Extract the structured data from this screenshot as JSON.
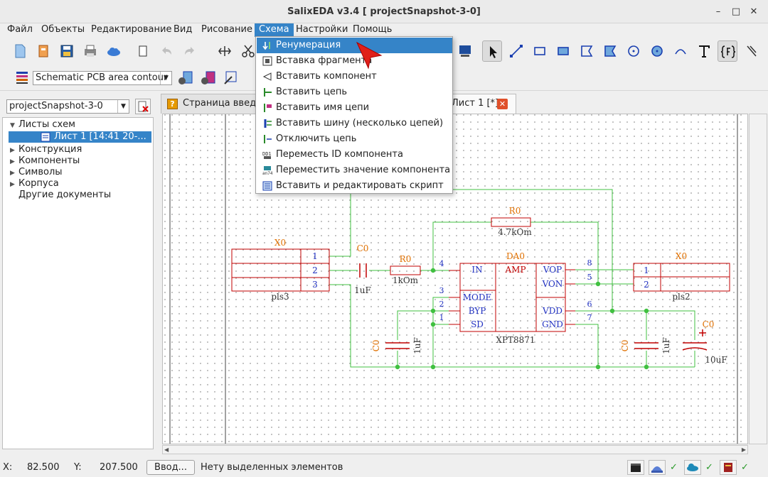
{
  "window": {
    "title": "SalixEDA v3.4 [ projectSnapshot-3-0]"
  },
  "menubar": {
    "items": [
      "Файл",
      "Объекты",
      "Редактирование",
      "Вид",
      "Рисование",
      "Схема",
      "Настройки",
      "Помощь"
    ]
  },
  "toolbar2": {
    "layer_combo": "Schematic PCB area contour"
  },
  "left_panel": {
    "project_combo": "projectSnapshot-3-0",
    "tree": [
      "Листы схем",
      "Лист 1 [14:41 20-...",
      "Конструкция",
      "Компоненты",
      "Символы",
      "Корпуса",
      "Другие документы"
    ]
  },
  "tabs": [
    {
      "label": "Страница введен"
    },
    {
      "label": "Лист 1 [*]"
    }
  ],
  "schema_menu": {
    "items": [
      "Ренумерация",
      "Вставка фрагмента",
      "Вставить компонент",
      "Вставить цепь",
      "Вставить имя цепи",
      "Вставить шину (несколько цепей)",
      "Отключить цепь",
      "Переместь ID компонента",
      "Переместить значение компонента",
      "Вставить и редактировать скрипт"
    ],
    "highlighted": "Ренумерация"
  },
  "schematic": {
    "x0_left_ref": "X0",
    "x0_left_value": "pls3",
    "x0_left_pins": [
      "1",
      "2",
      "3"
    ],
    "c0_top_ref": "C0",
    "c0_top_value": "1uF",
    "r0_left_ref": "R0",
    "r0_left_value": "1kOm",
    "r0_top_ref": "R0",
    "r0_top_value": "4.7kOm",
    "da0_ref": "DA0",
    "da0_value": "XPT8871",
    "da0_left_labels": [
      "IN",
      "MODE",
      "BYP",
      "SD"
    ],
    "da0_center_label": "AMP",
    "da0_right_labels": [
      "VOP",
      "VON",
      "VDD",
      "GND"
    ],
    "da0_left_pins": [
      "4",
      "3",
      "2",
      "1"
    ],
    "da0_right_pins": [
      "8",
      "5",
      "6",
      "7"
    ],
    "x0_right_ref": "X0",
    "x0_right_value": "pls2",
    "x0_right_pins": [
      "1",
      "2"
    ],
    "c0_bl_ref": "C0",
    "c0_bl_value": "1uF",
    "c0_br_ref": "C0",
    "c0_br_value": "1uF",
    "c0_el_ref": "C0",
    "c0_el_value": "10uF",
    "colors": {
      "wire": "#40c040",
      "symbol": "#c00000",
      "pin_number": "#2030c0",
      "ref": "#e07000",
      "value": "#333333",
      "junction": "#40c040"
    }
  },
  "status": {
    "x_label": "X:",
    "x_value": "82.500",
    "y_label": "Y:",
    "y_value": "207.500",
    "input_button": "Ввод...",
    "message": "Нету выделенных элементов"
  },
  "status_icons": [
    "clapperboard-icon",
    "dome-icon",
    "cloud-icon",
    "book-icon"
  ],
  "check_mark": "✓"
}
